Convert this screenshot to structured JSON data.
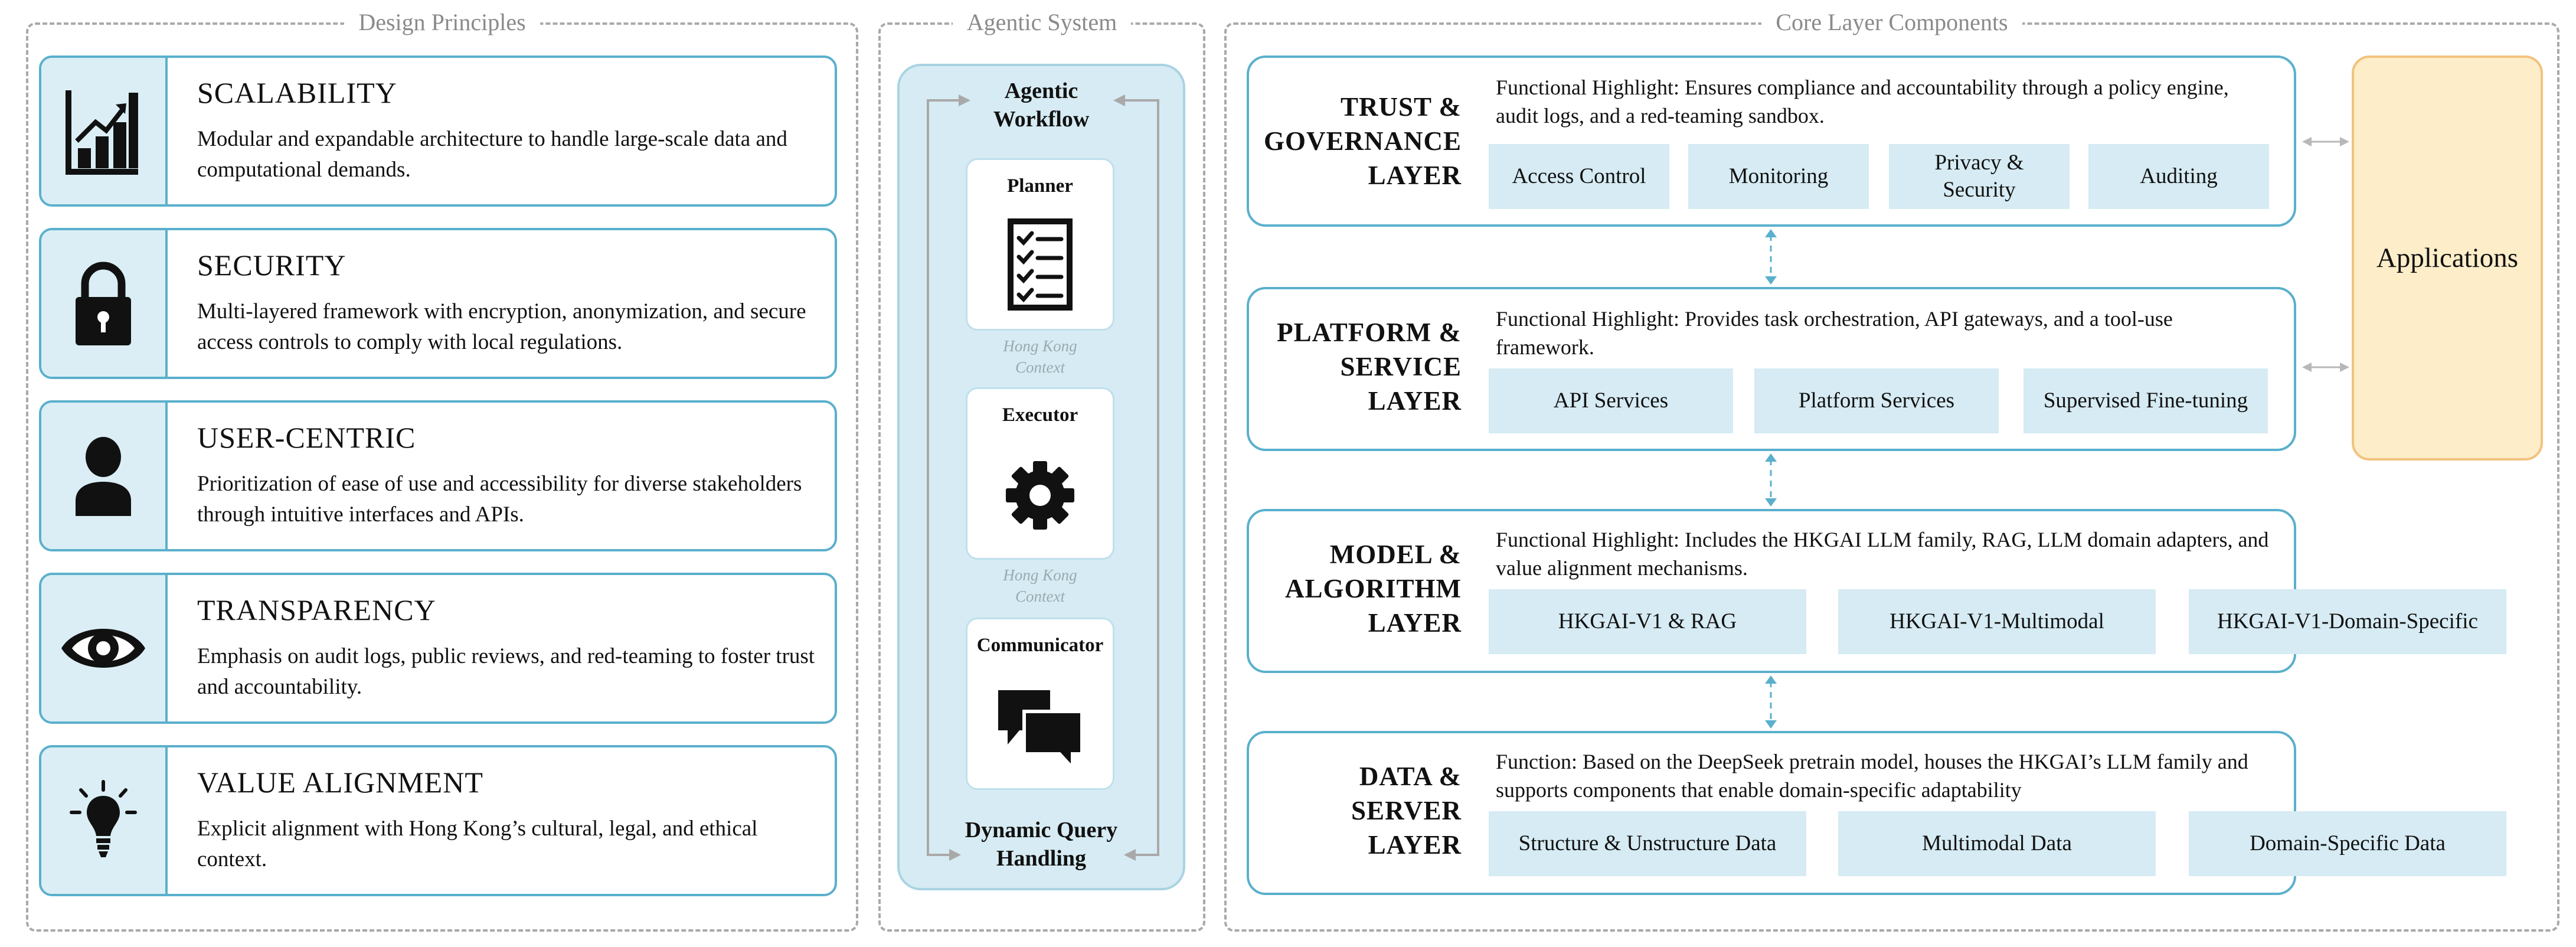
{
  "panels": {
    "principles": "Design Principles",
    "agentic": "Agentic System",
    "core": "Core Layer Components"
  },
  "principles": [
    {
      "title": "SCALABILITY",
      "desc": "Modular and expandable architecture to handle large-scale data and computational demands.",
      "icon": "bar-chart-growth-icon"
    },
    {
      "title": "SECURITY",
      "desc": "Multi-layered framework with encryption, anonymization, and secure access controls to comply with local regulations.",
      "icon": "padlock-icon"
    },
    {
      "title": "USER-CENTRIC",
      "desc": "Prioritization of ease of use and accessibility for diverse stakeholders through intuitive interfaces and APIs.",
      "icon": "user-icon"
    },
    {
      "title": "TRANSPARENCY",
      "desc": "Emphasis on audit logs, public reviews, and red-teaming to foster trust and accountability.",
      "icon": "eye-icon"
    },
    {
      "title": "VALUE ALIGNMENT",
      "desc": "Explicit alignment with Hong Kong’s cultural, legal, and ethical context.",
      "icon": "lightbulb-icon"
    }
  ],
  "agentic": {
    "top": "Agentic Workflow",
    "bottom": "Dynamic Query Handling",
    "planner": "Planner",
    "executor": "Executor",
    "communicator": "Communicator",
    "context": "Hong Kong Context"
  },
  "layers": [
    {
      "name": "TRUST & GOVERNANCE LAYER",
      "highlight": "Functional Highlight: Ensures compliance and accountability through a policy engine, audit logs, and a red-teaming sandbox.",
      "components": [
        "Access Control",
        "Monitoring",
        "Privacy & Security",
        "Auditing"
      ]
    },
    {
      "name": "PLATFORM & SERVICE LAYER",
      "highlight": "Functional Highlight: Provides task orchestration, API gateways, and a tool-use framework.",
      "components": [
        "API Services",
        "Platform Services",
        "Supervised Fine-tuning"
      ]
    },
    {
      "name": "MODEL & ALGORITHM LAYER",
      "highlight": "Functional Highlight: Includes the HKGAI LLM family, RAG, LLM domain adapters, and value alignment mechanisms.",
      "components": [
        "HKGAI-V1 & RAG",
        "HKGAI-V1-Multimodal",
        "HKGAI-V1-Domain-Specific"
      ]
    },
    {
      "name": "DATA & SERVER LAYER",
      "highlight": "Function: Based on the DeepSeek pretrain model, houses the HKGAI’s LLM family and supports components that enable domain-specific adaptability",
      "components": [
        "Structure & Unstructure Data",
        "Multimodal Data",
        "Domain-Specific Data"
      ]
    }
  ],
  "applications": "Applications",
  "colors": {
    "accent": "#5ab0cc",
    "component_fill": "#d6ebf3",
    "apps_fill": "#fdedc9",
    "apps_border": "#f2c37e"
  }
}
